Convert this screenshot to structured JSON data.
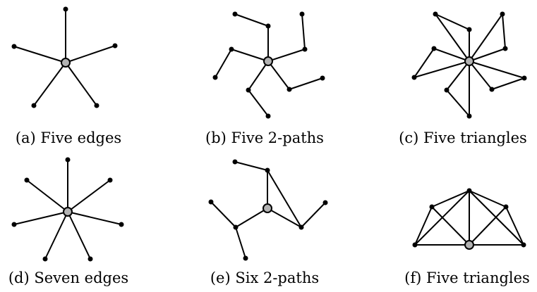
{
  "colors": {
    "edge": "#000000",
    "vertex": "#000000",
    "center_fill": "#b3b3b3",
    "center_stroke": "#000000"
  },
  "panels": [
    {
      "id": "a",
      "caption": "(a) Five edges"
    },
    {
      "id": "b",
      "caption": "(b) Five 2-paths"
    },
    {
      "id": "c",
      "caption": "(c) Five triangles"
    },
    {
      "id": "d",
      "caption": "(d) Seven edges"
    },
    {
      "id": "e",
      "caption": "(e) Six 2-paths"
    },
    {
      "id": "f",
      "caption": "(f) Five triangles"
    }
  ]
}
